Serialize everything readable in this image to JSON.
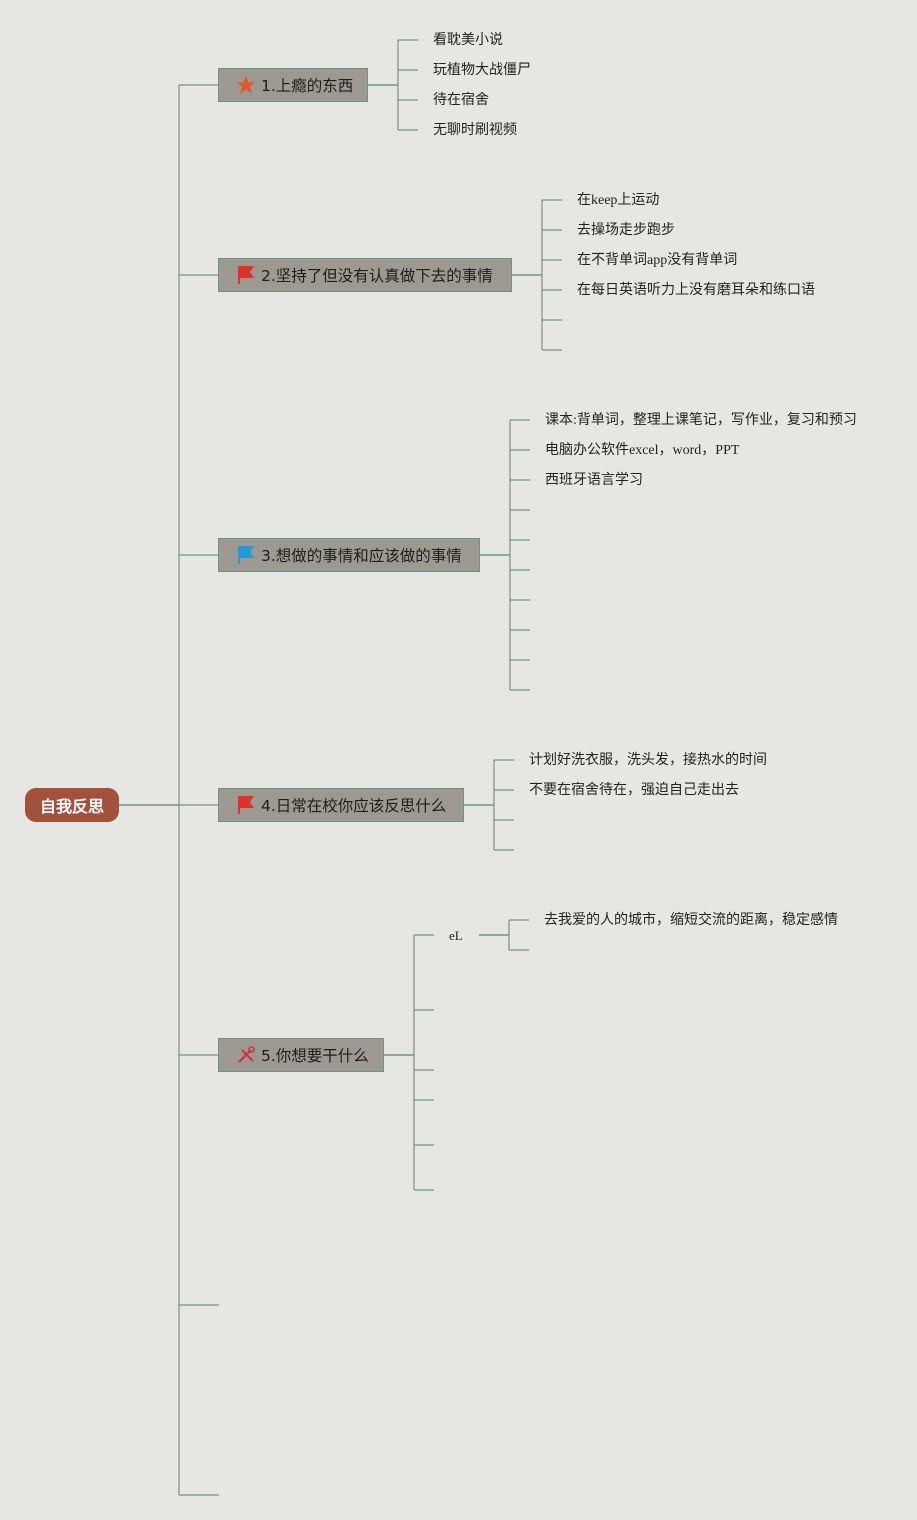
{
  "root": {
    "label": "自我反思"
  },
  "branches": [
    {
      "label": "1.上瘾的东西",
      "icon": "star-icon",
      "color": "#e05a2b",
      "items": [
        "看耽美小说",
        "玩植物大战僵尸",
        "待在宿舍",
        "无聊时刷视频"
      ]
    },
    {
      "label": "2.坚持了但没有认真做下去的事情",
      "icon": "red-flag-icon",
      "color": "#e0322b",
      "items": [
        "在keep上运动",
        "去操场走步跑步",
        "在不背单词app没有背单词",
        "在每日英语听力上没有磨耳朵和练口语"
      ]
    },
    {
      "label": "3.想做的事情和应该做的事情",
      "icon": "blue-flag-icon",
      "color": "#1e9be0",
      "items": [
        "课本:背单词，整理上课笔记，写作业，复习和预习",
        "电脑办公软件excel，word，PPT",
        "西班牙语言学习"
      ]
    },
    {
      "label": "4.日常在校你应该反思什么",
      "icon": "red-flag-icon",
      "color": "#e0322b",
      "items": [
        "计划好洗衣服，洗头发，接热水的时间",
        "不要在宿舍待在，强迫自己走出去"
      ]
    },
    {
      "label": "5.你想要干什么",
      "icon": "tools-icon",
      "color": "#d0324a",
      "sub_label": "eL",
      "items": [
        "去我爱的人的城市，缩短交流的距离，稳定感情"
      ]
    }
  ],
  "colors": {
    "line": "#6f9487",
    "root_bg": "#a2523a",
    "branch_bg": "#9c9990",
    "background": "#e6e7e3"
  }
}
